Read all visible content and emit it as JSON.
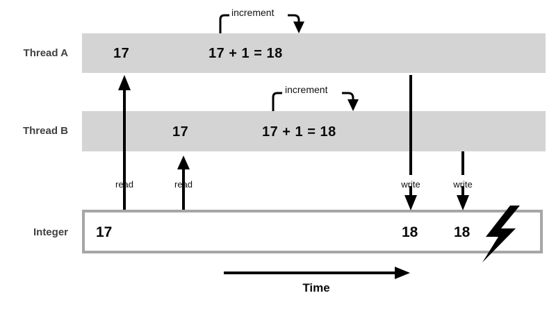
{
  "diagram": {
    "title": "Thread race condition on shared integer",
    "colors": {
      "band_fill": "#d4d4d4",
      "box_border": "#a6a6a6",
      "label_text": "#404040",
      "value_text": "#0a0a0a",
      "stroke": "#000000",
      "background": "#ffffff"
    }
  },
  "rows": {
    "thread_a": {
      "label": "Thread A",
      "read_value": "17",
      "expression": "17 + 1  =  18",
      "increment_label": "increment"
    },
    "thread_b": {
      "label": "Thread B",
      "read_value": "17",
      "expression": "17 + 1  =  18",
      "increment_label": "increment"
    },
    "integer": {
      "label": "Integer",
      "values": [
        "17",
        "18",
        "18"
      ]
    }
  },
  "operations": {
    "read_a": "read",
    "read_b": "read",
    "write_a": "write",
    "write_b": "write"
  },
  "axis": {
    "time_label": "Time"
  },
  "icons": {
    "lightning": "lightning-bolt-icon",
    "arrow_up": "arrow-up-icon",
    "arrow_down": "arrow-down-icon",
    "arrow_right": "arrow-right-icon",
    "bracket": "increment-bracket-icon"
  }
}
